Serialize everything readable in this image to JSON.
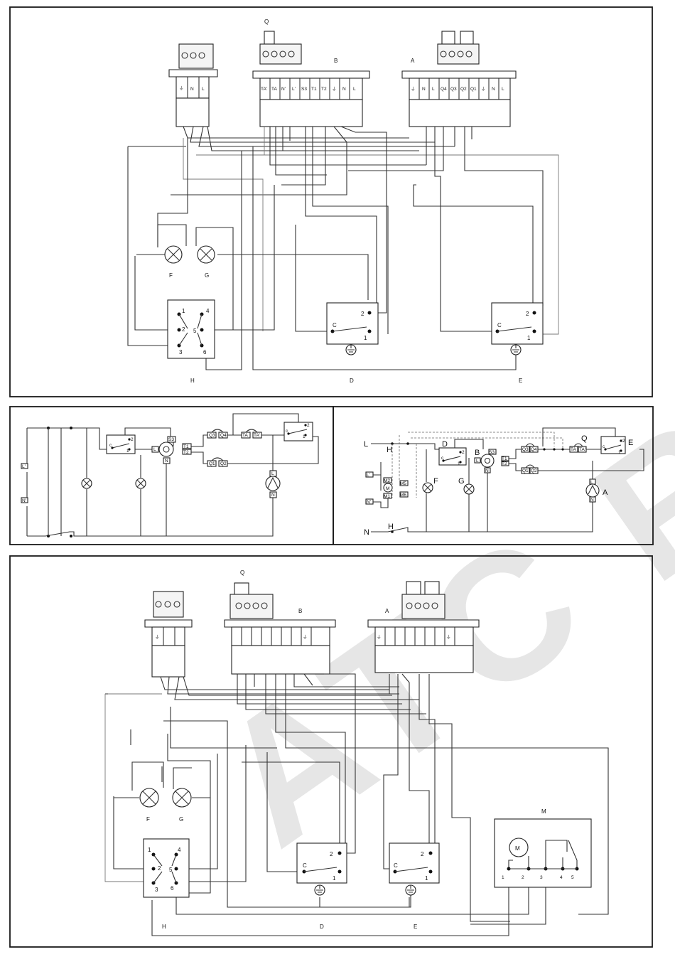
{
  "watermark": "ATC ROC",
  "panel_top": {
    "labels": {
      "Q": "Q",
      "B": "B",
      "A": "A",
      "F": "F",
      "G": "G",
      "H": "H",
      "D": "D",
      "E": "E",
      "C1": "C",
      "C2": "C",
      "sw1": "1",
      "sw2": "2",
      "swb1": "1",
      "swb2": "2",
      "h1": "1",
      "h2": "2",
      "h3": "3",
      "h4": "4",
      "h5": "5",
      "h6": "6"
    },
    "terminals_left": [
      "N",
      "L"
    ],
    "terminals_B": [
      "TA'",
      "TA",
      "N'",
      "L'",
      "S3",
      "T1",
      "T2",
      "N",
      "L"
    ],
    "terminals_A": [
      "N",
      "L",
      "Q4",
      "Q3",
      "Q2",
      "Q1",
      "N",
      "L"
    ]
  },
  "panel_mid_left": {
    "labels": {
      "Lp": "L'",
      "Np": "N'",
      "S3": "S3",
      "L": "L",
      "N": "N",
      "T1": "T1",
      "T2": "T2",
      "Q3": "Q3",
      "Q4": "Q4",
      "TA": "TA",
      "TAp": "TA'",
      "Q1": "Q1",
      "Q2": "Q2",
      "c": "c",
      "r1": "1",
      "r2": "2",
      "c2": "c",
      "s1": "1",
      "s2": "2",
      "pL": "L",
      "pN": "N"
    }
  },
  "panel_mid_right": {
    "labels": {
      "L": "L",
      "N": "N",
      "H1": "H",
      "H2": "H",
      "D": "D",
      "B": "B",
      "Q": "Q",
      "E": "E",
      "F": "F",
      "G": "G",
      "A": "A",
      "Lp": "L'",
      "M2": "M2",
      "M": "M",
      "M1": "M1",
      "Np": "N'",
      "M5": "M5",
      "M6": "M6",
      "S3": "S3",
      "Lb": "L",
      "Nb": "N",
      "T1": "T1",
      "T2": "T2",
      "Q3": "Q3",
      "Q4": "Q4",
      "TA": "TA",
      "TAp": "TA'",
      "Q1": "Q1",
      "Q2": "Q2",
      "c1": "c",
      "r1": "1",
      "r2": "2",
      "c2": "c",
      "e1": "1",
      "e2": "2",
      "aL": "L",
      "aN": "N"
    }
  },
  "panel_bottom": {
    "labels": {
      "Q": "Q",
      "B": "B",
      "A": "A",
      "F": "F",
      "G": "G",
      "H": "H",
      "D": "D",
      "E": "E",
      "M": "M",
      "motor": "M",
      "C1": "C",
      "C2": "C",
      "d1": "1",
      "d2": "2",
      "e1": "1",
      "e2": "2",
      "h1": "1",
      "h2": "2",
      "h3": "3",
      "h4": "4",
      "h5": "5",
      "h6": "6",
      "m1": "1",
      "m2": "2",
      "m3": "3",
      "m4": "4",
      "m5": "5"
    }
  }
}
